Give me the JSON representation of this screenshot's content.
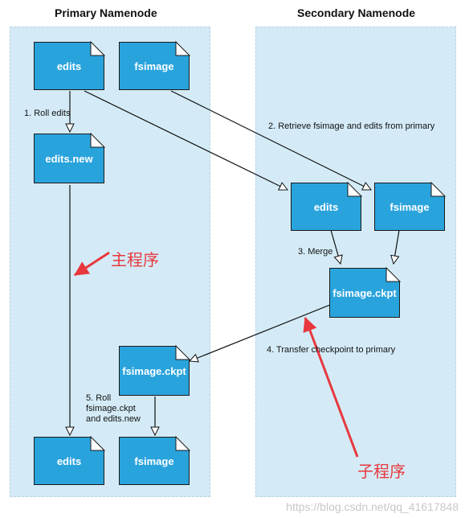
{
  "headings": {
    "primary": "Primary Namenode",
    "secondary": "Secondary Namenode"
  },
  "primary_docs": {
    "edits": "edits",
    "fsimage": "fsimage",
    "edits_new": "edits.new",
    "fsimage_ckpt": "fsimage.ckpt",
    "edits_final": "edits",
    "fsimage_final": "fsimage"
  },
  "secondary_docs": {
    "edits": "edits",
    "fsimage": "fsimage",
    "fsimage_ckpt": "fsimage.ckpt"
  },
  "steps": {
    "step1": "1. Roll edits",
    "step2": "2. Retrieve fsimage and edits from primary",
    "step3": "3. Merge",
    "step4": "4. Transfer checkpoint to primary",
    "step5_line1": "5. Roll",
    "step5_line2": "fsimage.ckpt",
    "step5_line3": "and edits.new"
  },
  "annotations": {
    "main_program": "主程序",
    "sub_program": "子程序"
  },
  "watermark": "https://blog.csdn.net/qq_41617848",
  "colors": {
    "panel": "#d4ebf7",
    "document": "#29a3dc",
    "annotation": "#e8383d"
  }
}
